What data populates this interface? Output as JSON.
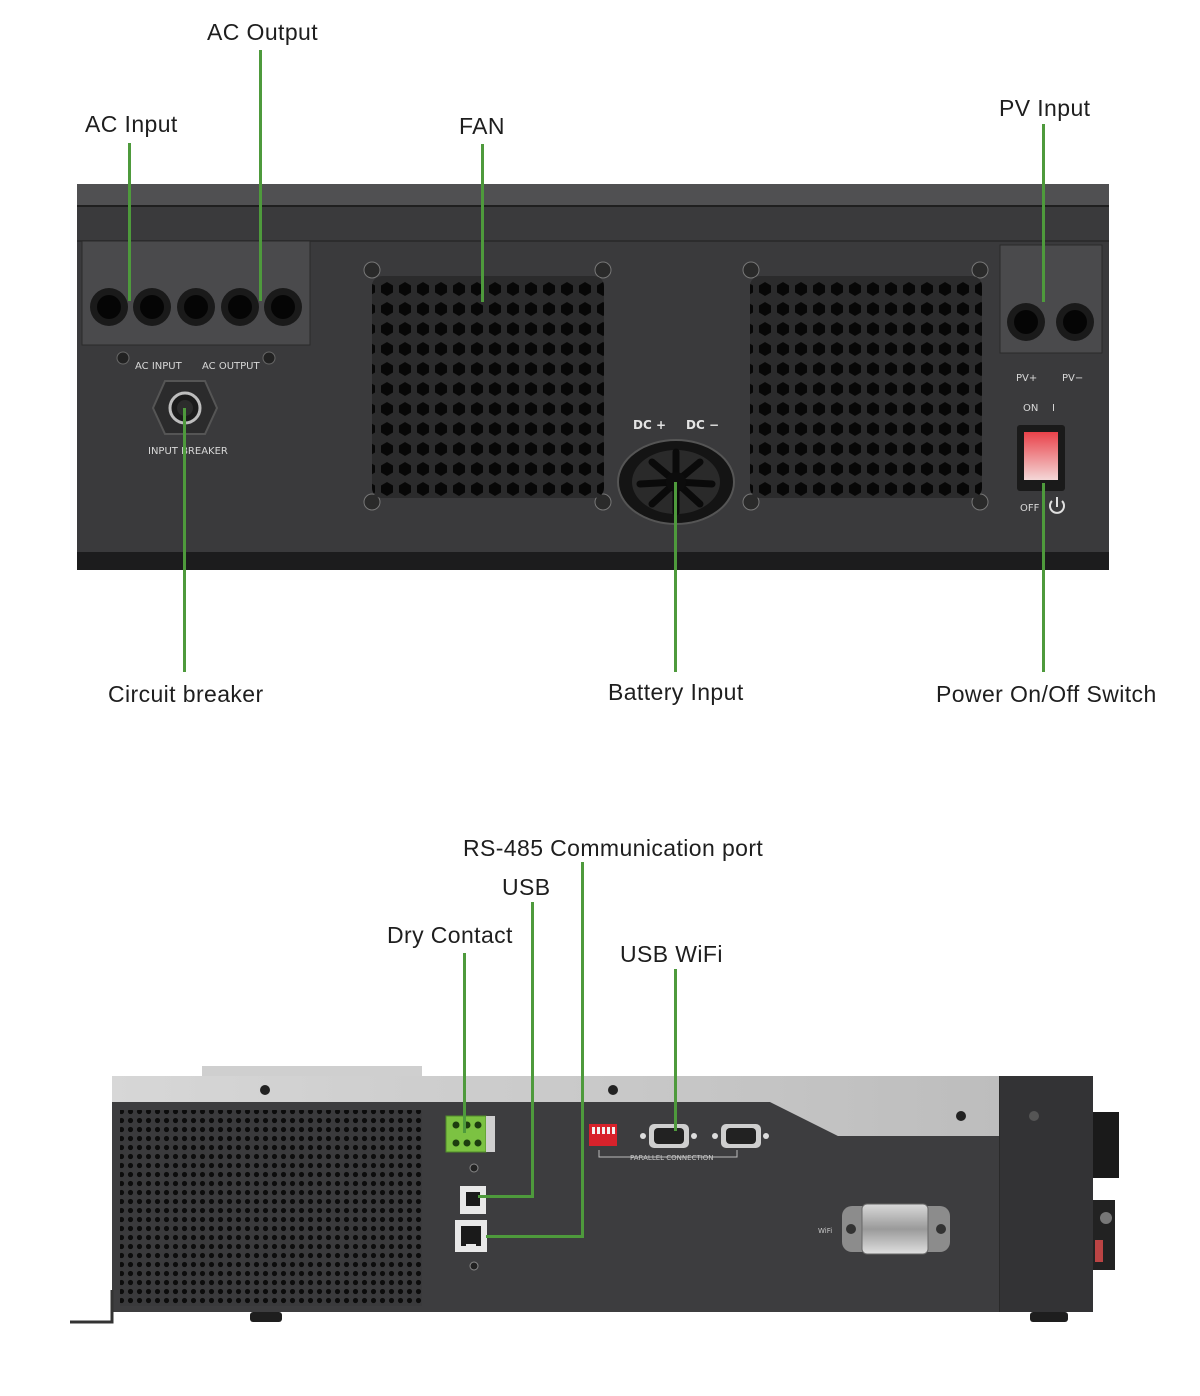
{
  "front_view": {
    "callouts": {
      "ac_output": "AC Output",
      "ac_input": "AC Input",
      "fan": "FAN",
      "pv_input": "PV Input",
      "circuit_breaker": "Circuit breaker",
      "battery_input": "Battery Input",
      "power_switch": "Power On/Off Switch"
    },
    "panel_labels": {
      "ac_input": "AC INPUT",
      "ac_output": "AC OUTPUT",
      "input_breaker": "INPUT BREAKER",
      "dc_plus": "DC +",
      "dc_minus": "DC −",
      "pv_plus": "PV+",
      "pv_minus": "PV−",
      "on": "ON",
      "on_symbol": "I",
      "off": "OFF"
    }
  },
  "side_view": {
    "callouts": {
      "rs485": "RS-485 Communication port",
      "usb": "USB",
      "dry_contact": "Dry Contact",
      "usb_wifi": "USB WiFi"
    },
    "panel_labels": {
      "parallel_connection": "PARALLEL CONNECTION",
      "wifi": "WiFi"
    }
  },
  "colors": {
    "leader_line": "#4e9a3c",
    "chassis": "#3c3c3e",
    "chassis_dark": "#2a2a2b",
    "switch_red": "#d8222b",
    "terminal_green": "#7cc242"
  }
}
